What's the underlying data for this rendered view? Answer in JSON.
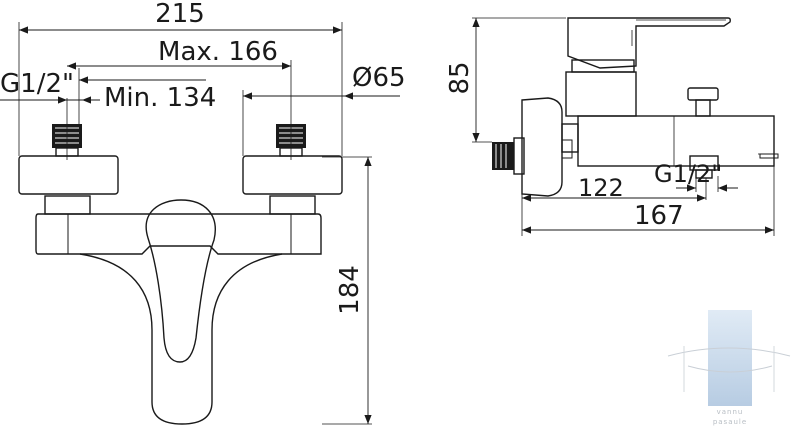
{
  "front_view": {
    "overall_width": "215",
    "max_centers": "Max. 166",
    "min_centers": "Min. 134",
    "thread": "G1/2\"",
    "escutcheon_diameter": "Ø65",
    "height": "184"
  },
  "side_view": {
    "height": "85",
    "spout_length": "122",
    "thread": "G1/2\"",
    "overall_depth": "167"
  },
  "watermark": {
    "line1": "vannu",
    "line2": "pasaule"
  },
  "colors": {
    "line": "#1a1a1a",
    "watermark_blue": "#b9cde3"
  }
}
